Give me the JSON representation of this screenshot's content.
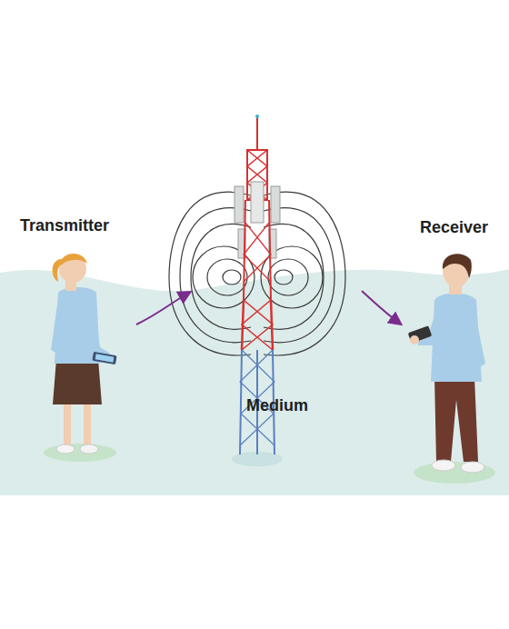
{
  "diagram": {
    "labels": [
      "Transmitter",
      "Medium",
      "Receiver"
    ]
  }
}
